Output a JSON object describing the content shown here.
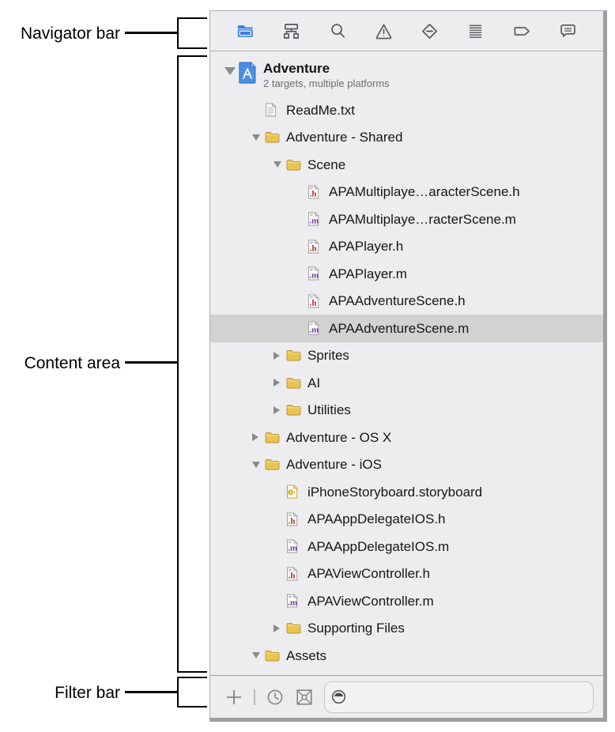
{
  "annotations": {
    "navigator_bar_label": "Navigator bar",
    "content_area_label": "Content area",
    "filter_bar_label": "Filter bar"
  },
  "navigator_bar": {
    "items": [
      {
        "icon": "project-navigator-folder-icon",
        "selected": true
      },
      {
        "icon": "symbol-navigator-icon",
        "selected": false
      },
      {
        "icon": "find-navigator-icon",
        "selected": false
      },
      {
        "icon": "issue-navigator-icon",
        "selected": false
      },
      {
        "icon": "test-navigator-icon",
        "selected": false
      },
      {
        "icon": "debug-navigator-icon",
        "selected": false
      },
      {
        "icon": "breakpoint-navigator-icon",
        "selected": false
      },
      {
        "icon": "report-navigator-icon",
        "selected": false
      }
    ]
  },
  "tree": {
    "project": {
      "title": "Adventure",
      "subtitle": "2 targets, multiple platforms",
      "icon": "xcode-project-icon",
      "disclosure": "open"
    },
    "rows": [
      {
        "level": 1,
        "icon": "text-file-icon",
        "disclosure": "none",
        "label": "ReadMe.txt",
        "selected": false
      },
      {
        "level": 1,
        "icon": "folder-icon",
        "disclosure": "open",
        "label": "Adventure - Shared",
        "selected": false
      },
      {
        "level": 2,
        "icon": "folder-icon",
        "disclosure": "open",
        "label": "Scene",
        "selected": false
      },
      {
        "level": 3,
        "icon": "header-file-icon",
        "disclosure": "none",
        "label": "APAMultiplaye…aracterScene.h",
        "selected": false
      },
      {
        "level": 3,
        "icon": "implementation-file-icon",
        "disclosure": "none",
        "label": "APAMultiplaye…racterScene.m",
        "selected": false
      },
      {
        "level": 3,
        "icon": "header-file-icon",
        "disclosure": "none",
        "label": "APAPlayer.h",
        "selected": false
      },
      {
        "level": 3,
        "icon": "implementation-file-icon",
        "disclosure": "none",
        "label": "APAPlayer.m",
        "selected": false
      },
      {
        "level": 3,
        "icon": "header-file-icon",
        "disclosure": "none",
        "label": "APAAdventureScene.h",
        "selected": false
      },
      {
        "level": 3,
        "icon": "implementation-file-icon",
        "disclosure": "none",
        "label": "APAAdventureScene.m",
        "selected": true
      },
      {
        "level": 2,
        "icon": "folder-icon",
        "disclosure": "closed",
        "label": "Sprites",
        "selected": false
      },
      {
        "level": 2,
        "icon": "folder-icon",
        "disclosure": "closed",
        "label": "AI",
        "selected": false
      },
      {
        "level": 2,
        "icon": "folder-icon",
        "disclosure": "closed",
        "label": "Utilities",
        "selected": false
      },
      {
        "level": 1,
        "icon": "folder-icon",
        "disclosure": "closed",
        "label": "Adventure - OS X",
        "selected": false
      },
      {
        "level": 1,
        "icon": "folder-icon",
        "disclosure": "open",
        "label": "Adventure - iOS",
        "selected": false
      },
      {
        "level": 2,
        "icon": "storyboard-file-icon",
        "disclosure": "none",
        "label": "iPhoneStoryboard.storyboard",
        "selected": false
      },
      {
        "level": 2,
        "icon": "header-file-icon",
        "disclosure": "none",
        "label": "APAAppDelegateIOS.h",
        "selected": false
      },
      {
        "level": 2,
        "icon": "implementation-file-icon",
        "disclosure": "none",
        "label": "APAAppDelegateIOS.m",
        "selected": false
      },
      {
        "level": 2,
        "icon": "header-file-icon",
        "disclosure": "none",
        "label": "APAViewController.h",
        "selected": false
      },
      {
        "level": 2,
        "icon": "implementation-file-icon",
        "disclosure": "none",
        "label": "APAViewController.m",
        "selected": false
      },
      {
        "level": 2,
        "icon": "folder-icon",
        "disclosure": "closed",
        "label": "Supporting Files",
        "selected": false
      },
      {
        "level": 1,
        "icon": "folder-icon",
        "disclosure": "open",
        "label": "Assets",
        "selected": false
      }
    ]
  },
  "filter_bar": {
    "icons": [
      "add-icon",
      "recent-files-clock-icon",
      "scm-status-icon"
    ],
    "field": {
      "value": "",
      "icon": "filter-circle-icon"
    }
  },
  "colors": {
    "accent_blue": "#3b7de2",
    "folder_yellow": "#e9c452",
    "selected_row": "#d3d2d3",
    "panel_background": "#edecee",
    "header_red": "#b03028",
    "implementation_purple": "#6f3fa2"
  }
}
